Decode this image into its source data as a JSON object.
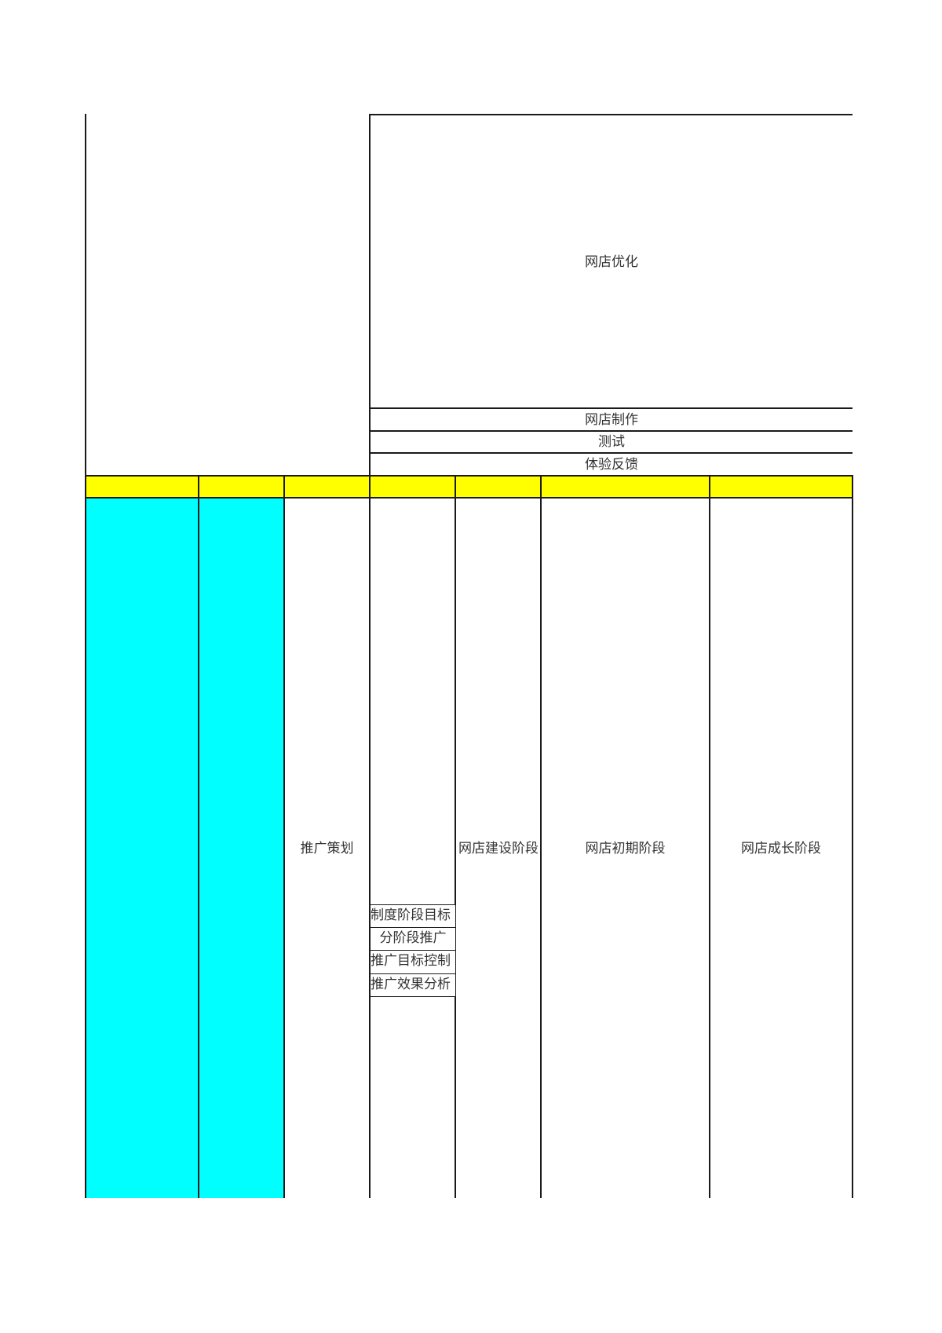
{
  "sheet": {
    "header_block": {
      "top_cell": "网店优化",
      "rows": [
        "网店制作",
        "测试",
        "体验反馈"
      ]
    },
    "yellow_header_row": [
      "",
      "",
      "",
      "",
      "",
      "",
      ""
    ],
    "body": {
      "col1": "",
      "col2": "",
      "col3": "推广策划",
      "col4_items": [
        "制度阶段目标",
        "分阶段推广",
        "推广目标控制",
        "推广效果分析"
      ],
      "col5": "网店建设阶段",
      "col6": "网店初期阶段",
      "col7": "网店成长阶段"
    },
    "colors": {
      "header_fill": "#ffff00",
      "body_highlight_fill": "#00ffff",
      "grid_line": "#1a1a1a"
    }
  }
}
